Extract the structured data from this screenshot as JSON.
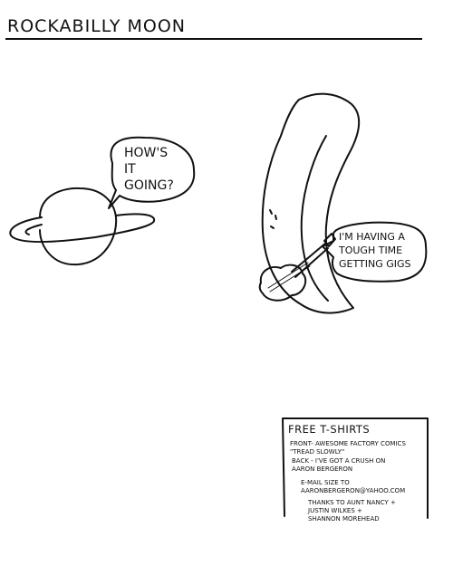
{
  "comic": {
    "title": "ROCKABILLY MOON",
    "planet_speech": "HOW'S\nIT\nGOING?",
    "moon_speech": "I'M HAVING A\nTOUGH TIME\nGETTING GIGS",
    "tshirt": {
      "heading": "FREE T-SHIRTS",
      "front": "FRONT- AWESOME FACTORY COMICS\n\"Tread slowly\"",
      "back": "BACK - I'VE GOT A CRUSH ON\nAARON BERGERON",
      "email": "E-MAIL SIZE TO\nAARONBERGERON@YAHOO.COM",
      "thanks": "THANKS TO AUNT NANCY +\nJUSTIN WILKES +\nSHANNON MOREHEAD"
    }
  }
}
